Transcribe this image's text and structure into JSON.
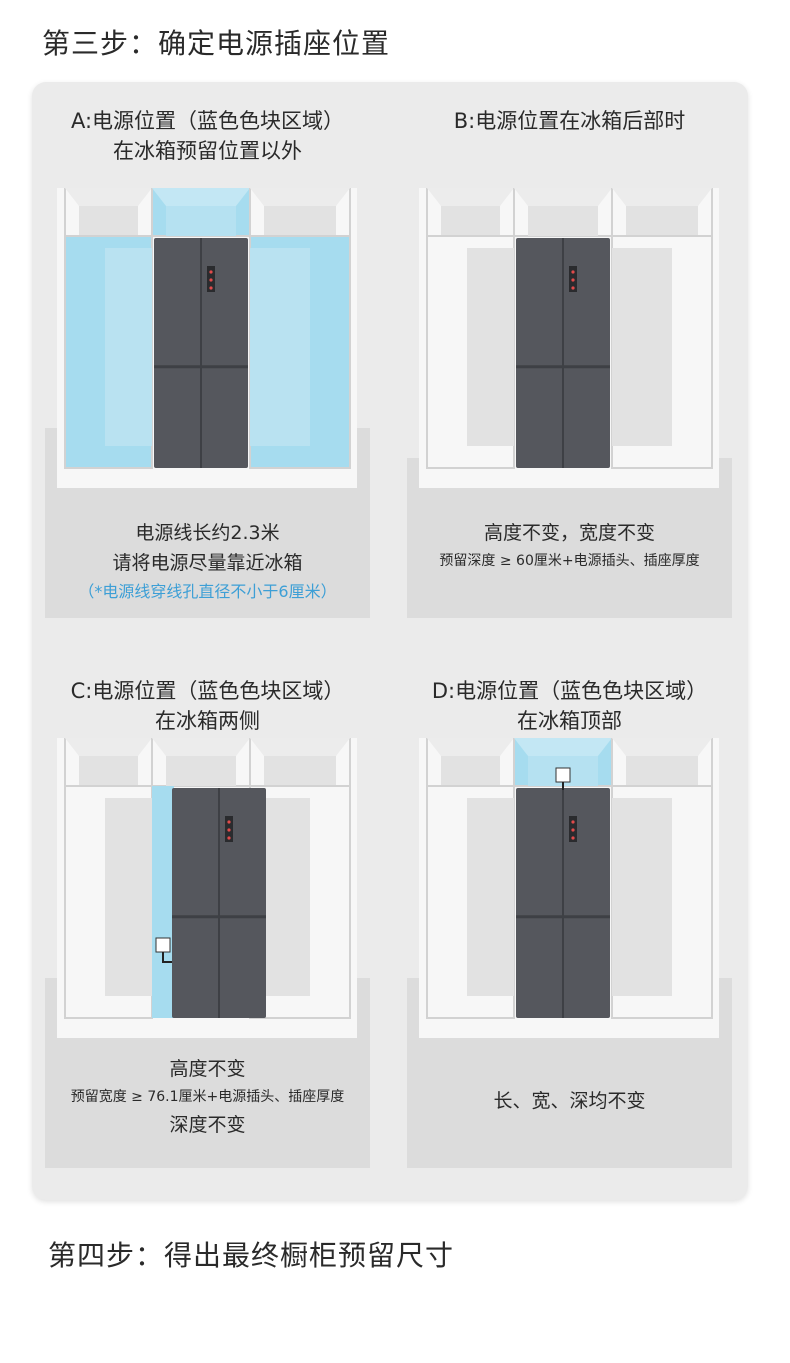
{
  "step3": {
    "title": "第三步：确定电源插座位置"
  },
  "step4": {
    "title": "第四步：得出最终橱柜预留尺寸"
  },
  "panels": {
    "a": {
      "title_line1": "A:电源位置（蓝色色块区域）",
      "title_line2": "在冰箱预留位置以外",
      "desc_line1": "电源线长约2.3米",
      "desc_line2": "请将电源尽量靠近冰箱",
      "desc_note": "（*电源线穿线孔直径不小于6厘米）"
    },
    "b": {
      "title_line1": "B:电源位置在冰箱后部时",
      "desc_line1": "高度不变，宽度不变",
      "desc_line2": "预留深度 ≥ 60厘米+电源插头、插座厚度"
    },
    "c": {
      "title_line1": "C:电源位置（蓝色色块区域）",
      "title_line2": "在冰箱两侧",
      "desc_line1": "高度不变",
      "desc_line2": "预留宽度 ≥ 76.1厘米+电源插头、插座厚度",
      "desc_line3": "深度不变"
    },
    "d": {
      "title_line1": "D:电源位置（蓝色色块区域）",
      "title_line2": "在冰箱顶部",
      "desc_line1": "长、宽、深均不变"
    }
  },
  "colors": {
    "highlight_blue": "#a6dcef",
    "note_blue": "#3d9fd6",
    "fridge_body": "#55575d",
    "cabinet_white": "#f7f7f7",
    "floor_gray": "#dcdcdc",
    "card_bg": "#ebebeb"
  },
  "icons": {
    "socket": "power-socket-icon",
    "plug": "power-plug-icon"
  }
}
